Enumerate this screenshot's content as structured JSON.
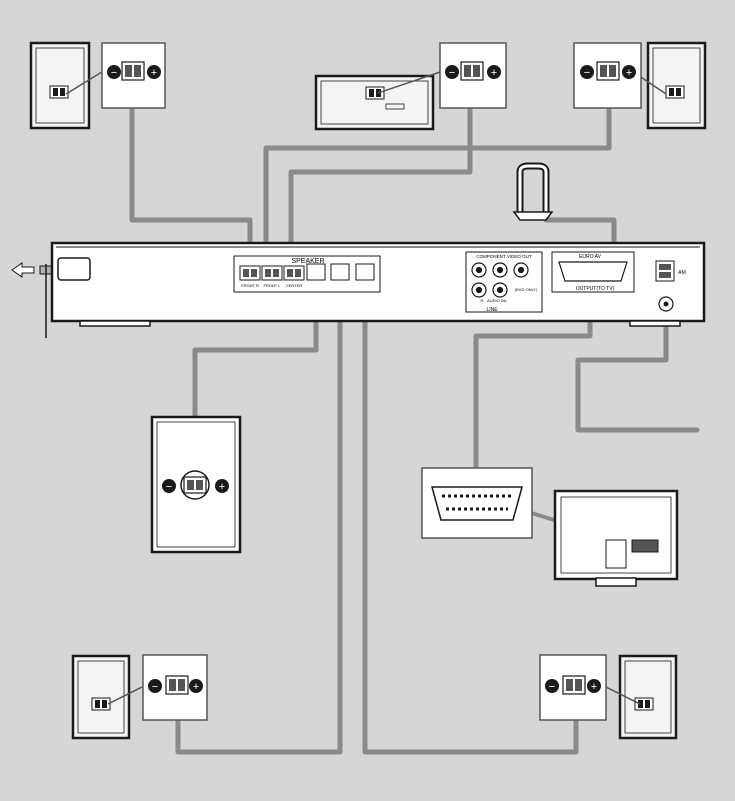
{
  "colors": {
    "background": "#d6d6d6",
    "cable": "#8a8a8a",
    "panel": "#ffffff",
    "outline": "#1a1a1a",
    "speaker_box": "#f4f4f4"
  },
  "receiver": {
    "speaker_header": "SPEAKER",
    "front_r_label": "FRONT R",
    "front_l_label": "FRONT L",
    "center_label": "CENTER",
    "component_video_header": "COMPONENT VIDEO OUT",
    "dvd_only_label": "(DVD ONLY)",
    "audio_in_label": "AUDIO IN",
    "r_label": "R",
    "l_label": "L",
    "line_label": "LINE",
    "euro_av_label": "EURO AV",
    "output_label": "OUTPUT(TO TV)",
    "am_label": "AM"
  },
  "icons": {
    "minus_terminal": "minus-icon",
    "plus_terminal": "plus-icon",
    "mains_arrow": "arrow-left-icon",
    "loop_antenna": "loop-antenna-icon",
    "fm_antenna": "fm-antenna-icon",
    "scart_plug": "scart-plug-icon",
    "tv": "tv-icon"
  },
  "terminal_signs": {
    "minus": "−",
    "plus": "+"
  }
}
